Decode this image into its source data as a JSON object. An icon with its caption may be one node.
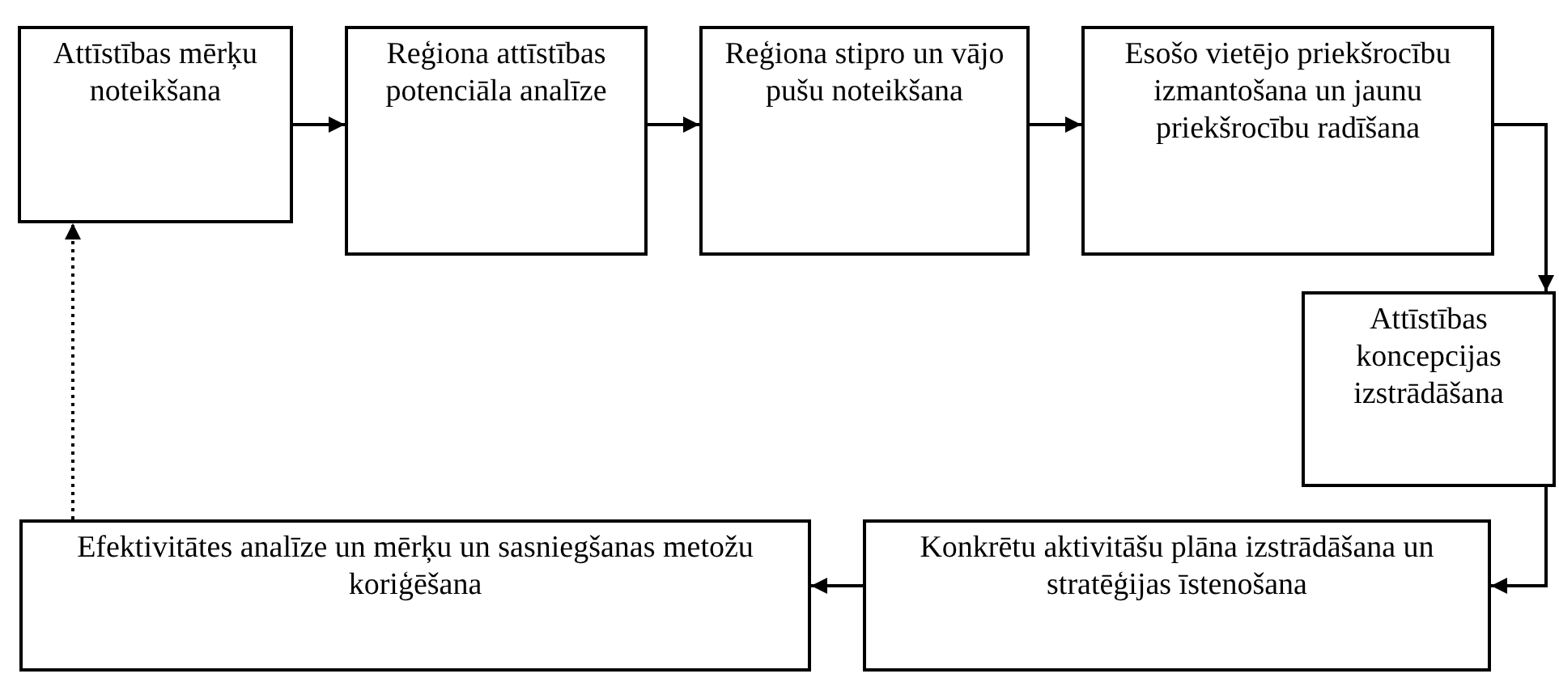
{
  "diagram": {
    "nodes": [
      {
        "text": [
          "Attīstības mērķu noteikšana"
        ]
      },
      {
        "text": [
          "Reģiona attīstības potenciāla analīze"
        ]
      },
      {
        "text": [
          "Reģiona stipro un vājo pušu noteikšana"
        ]
      },
      {
        "text": [
          "Esošo vietējo priekšrocību izmantošana un jaunu priekšrocību radīšana"
        ]
      },
      {
        "text": [
          "Attīstības koncepcijas izstrādāšana"
        ]
      },
      {
        "text": [
          "Efektivitātes analīze un mērķu un sasniegšanas metožu koriģēšana"
        ]
      },
      {
        "text": [
          "Konkrētu aktivitāšu plāna izstrādāšana un stratēģijas īstenošana"
        ]
      }
    ],
    "edges": [
      {
        "from": 0,
        "to": 1,
        "arrow": "to"
      },
      {
        "from": 1,
        "to": 2,
        "arrow": "to"
      },
      {
        "from": 2,
        "to": 3,
        "arrow": "to"
      },
      {
        "from": 3,
        "to": 4,
        "arrow": "to"
      },
      {
        "from": 4,
        "to": 6,
        "arrow": "to"
      },
      {
        "from": 6,
        "to": 5,
        "arrow": "to"
      },
      {
        "from": 5,
        "to": 0,
        "arrow": "to",
        "style": "dashed"
      }
    ]
  }
}
